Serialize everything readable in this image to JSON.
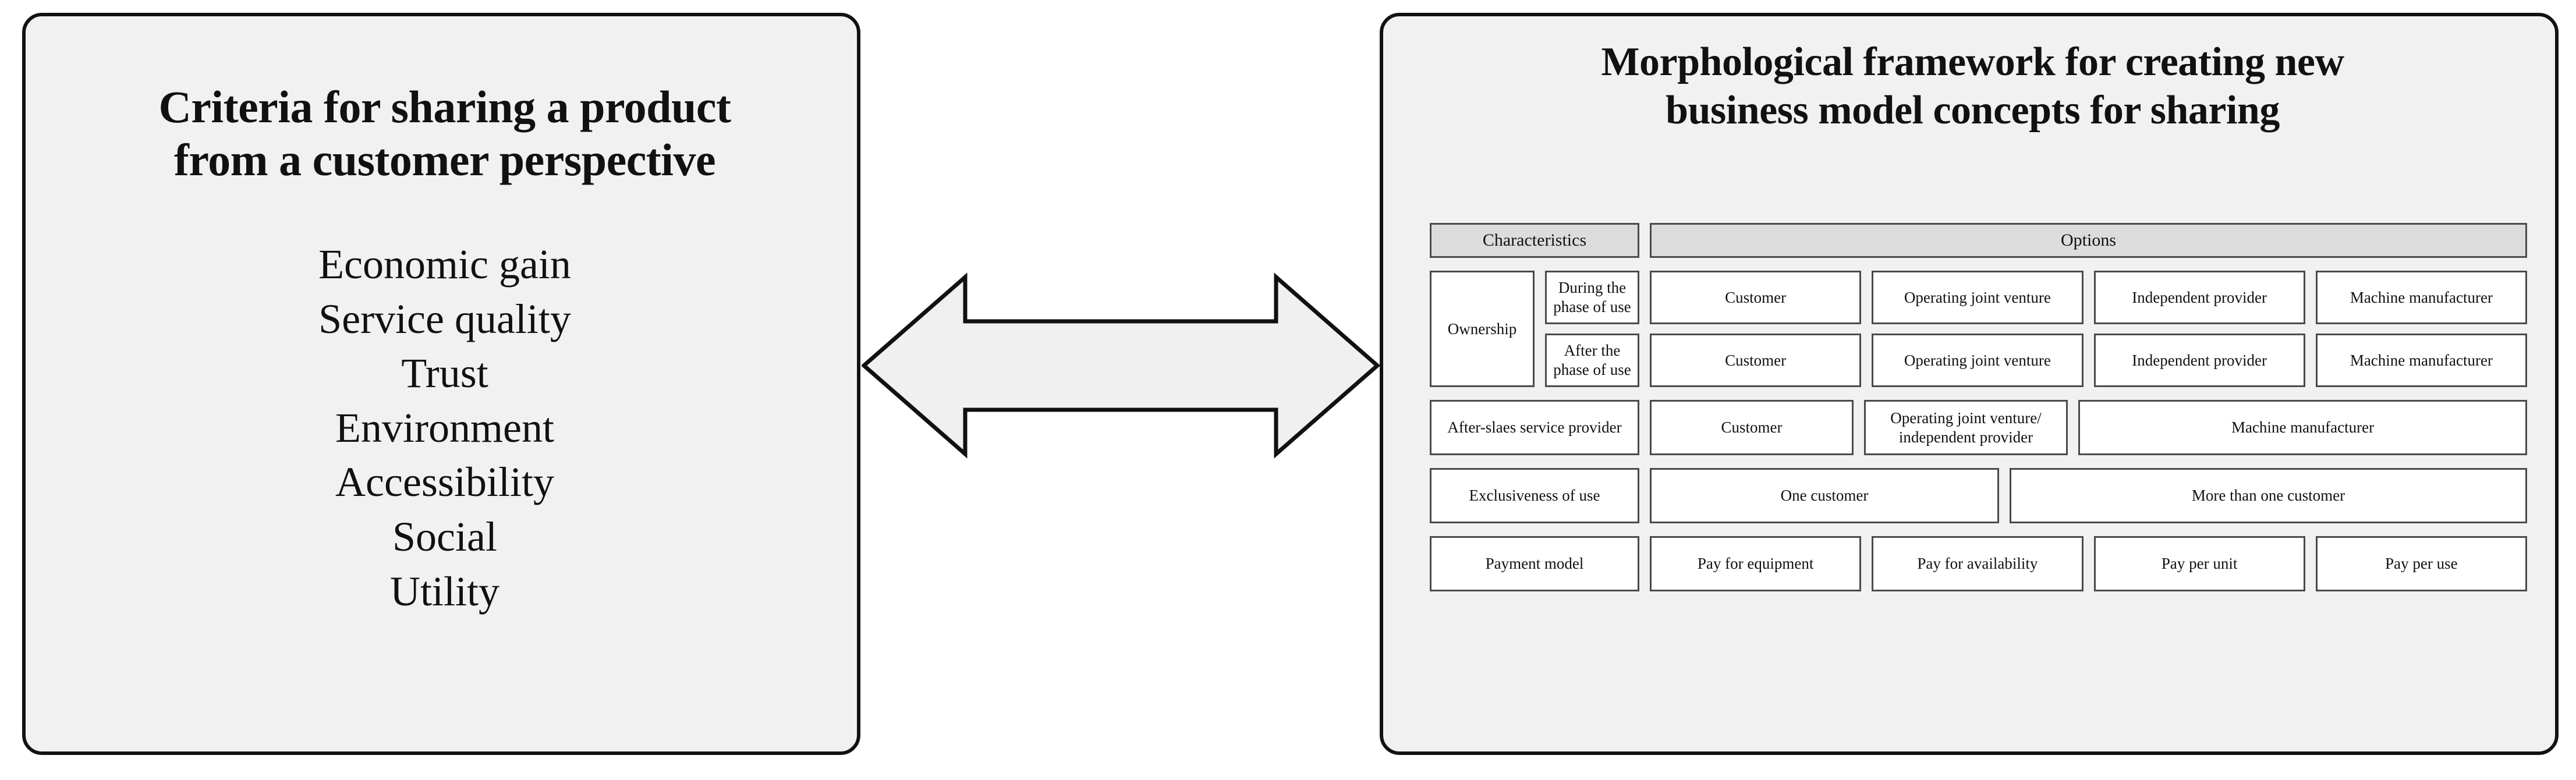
{
  "left_panel": {
    "title": "Criteria for sharing a product from a customer perspective",
    "title_line1": "Criteria for sharing a product",
    "title_line2": "from a customer perspective",
    "criteria": [
      "Economic gain",
      "Service quality",
      "Trust",
      "Environment",
      "Accessibility",
      "Social",
      "Utility"
    ]
  },
  "connector": {
    "icon": "double-headed-horizontal-arrow",
    "fill_color": "#f0f0f0",
    "stroke_color": "#111111"
  },
  "right_panel": {
    "title": "Morphological framework for creating new business model concepts for sharing",
    "title_line1": "Morphological framework for creating new",
    "title_line2": "business model concepts for sharing",
    "matrix": {
      "header": {
        "characteristics": "Characteristics",
        "options": "Options"
      },
      "rows": [
        {
          "id": "ownership",
          "characteristic": "Ownership",
          "subrows": [
            {
              "sub_label": "During the phase of use",
              "options": [
                "Customer",
                "Operating joint venture",
                "Independent provider",
                "Machine manufacturer"
              ]
            },
            {
              "sub_label": "After the phase of use",
              "options": [
                "Customer",
                "Operating joint venture",
                "Independent provider",
                "Machine manufacturer"
              ]
            }
          ]
        },
        {
          "id": "after-sales-service-provider",
          "characteristic": "After-slaes service provider",
          "options": [
            "Customer",
            "Operating joint venture/ independent provider",
            "Machine manufacturer"
          ]
        },
        {
          "id": "exclusiveness-of-use",
          "characteristic": "Exclusiveness of use",
          "options": [
            "One customer",
            "More than one customer"
          ]
        },
        {
          "id": "payment-model",
          "characteristic": "Payment model",
          "options": [
            "Pay for equipment",
            "Pay for availability",
            "Pay per unit",
            "Pay per use"
          ]
        }
      ]
    }
  },
  "colors": {
    "panel_background": "#f1f1f1",
    "panel_border": "#121212",
    "header_cell_background": "#dcdcdc",
    "cell_border": "#4a4a4a",
    "cell_background": "#ffffff",
    "text": "#111111"
  }
}
